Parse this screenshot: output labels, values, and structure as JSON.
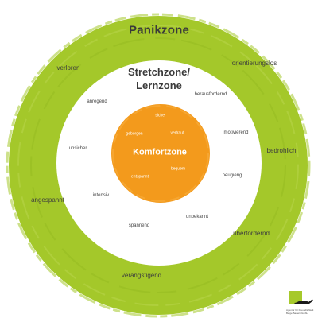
{
  "colors": {
    "panic_ring": "#a4c82a",
    "stretch_zone": "#ffffff",
    "comfort_zone": "#f39a1c",
    "text_dark": "#3a3a3a"
  },
  "panic_zone": {
    "title": "Panikzone",
    "words": {
      "verloren": "verloren",
      "orientierungslos": "orientierungslos",
      "bedrohlich": "bedrohlich",
      "angespannt": "angespannt",
      "ueberfordernd": "überfordernd",
      "verangstigend": "verängstigend"
    }
  },
  "stretch_zone": {
    "title_line1": "Stretchzone/",
    "title_line2": "Lernzone",
    "words": {
      "anregend": "anregend",
      "herausfordernd": "herausfordernd",
      "unsicher": "unsicher",
      "motivierend": "motivierend",
      "neugierig": "neugierig",
      "intensiv": "intensiv",
      "unbekannt": "unbekannt",
      "spannend": "spannend"
    }
  },
  "comfort_zone": {
    "title": "Komfortzone",
    "words": {
      "sicher": "sicher",
      "geborgen": "geborgen",
      "vertraut": "vertraut",
      "bequem": "bequem",
      "entspannt": "entspannt"
    }
  },
  "footer": {
    "line1": "Agentur für Freundlichkeit",
    "line2": "Beige Bauern GmbH"
  },
  "logo_icon": "hand-logo-icon"
}
